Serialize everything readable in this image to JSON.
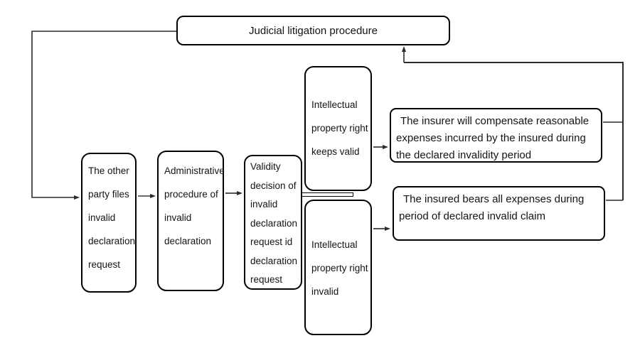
{
  "nodes": {
    "judicial": {
      "label": "Judicial litigation procedure"
    },
    "other_party": {
      "label": "The other\nparty files\ninvalid\ndeclaration\nrequest"
    },
    "admin_procedure": {
      "label": "Administrative\nprocedure of\ninvalid\ndeclaration"
    },
    "validity_decision": {
      "label": "Validity\ndecision of\ninvalid\ndeclaration\nrequest id\ndeclaration\nrequest"
    },
    "ipr_keeps_valid": {
      "label": "Intellectual\nproperty right\nkeeps valid"
    },
    "ipr_invalid": {
      "label": "Intellectual\nproperty right\ninvalid"
    },
    "insurer_compensates": {
      "label": "The insurer will compensate reasonable\nexpenses incurred by the insured during\nthe declared invalidity period"
    },
    "insured_bears": {
      "label": "The insured bears all expenses during\nperiod of declared invalid claim"
    }
  },
  "colors": {
    "box_stroke": "#000000",
    "connector_stroke": "#2b2b2b",
    "background": "#ffffff"
  }
}
